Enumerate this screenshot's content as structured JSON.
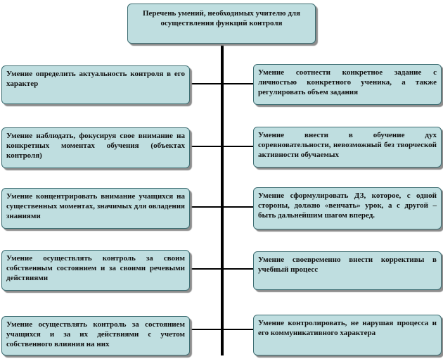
{
  "diagram": {
    "root": "Перечень умений, необходимых учителю для осуществления функций контроля",
    "left": [
      "Умение определить актуальность контроля в его характер",
      "Умение наблюдать, фокусируя свое внимание на конкретных моментах обучения (объектах контроля)",
      "Умение концентрировать внимание учащихся на существенных моментах, значимых для овладения знаниями",
      "Умение осуществлять контроль за своим собственным состоянием и за своими речевыми действиями",
      "Умение осуществлять контроль за состоянием учащихся и за их действиями с учетом собственного влияния на них"
    ],
    "right": [
      "Умение соотнести конкретное задание с личностью конкретного ученика, а также регулировать объем задания",
      "Умение внести в обучение дух соревновательности, невозможный без творческой активности обучаемых",
      "Умение сформулировать ДЗ, которое, с одной стороны, должно «венчать» урок, а с другой – быть дальнейшим шагом вперед.",
      "Умение своевременно внести коррективы в учебный процесс",
      "Умение контролировать, не нарушая процесса и его коммуникативного характера"
    ],
    "colors": {
      "box_fill": "#bfdee0",
      "box_border": "#3d6d72",
      "connector": "#000000"
    }
  }
}
